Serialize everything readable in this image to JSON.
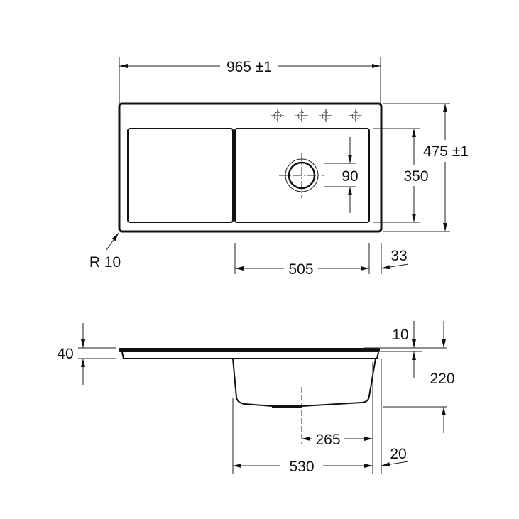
{
  "drawing": {
    "top_view": {
      "overall_width": "965 ±1",
      "overall_depth": "475 ±1",
      "bowl_depth": "350",
      "drain_offset": "90",
      "bowl_width": "505",
      "edge_offset": "33",
      "corner_radius": "R 10"
    },
    "side_view": {
      "rim_height": "40",
      "rim_thickness": "10",
      "bowl_height": "220",
      "drain_position": "265",
      "bowl_outer_width": "530",
      "side_offset": "20"
    }
  }
}
